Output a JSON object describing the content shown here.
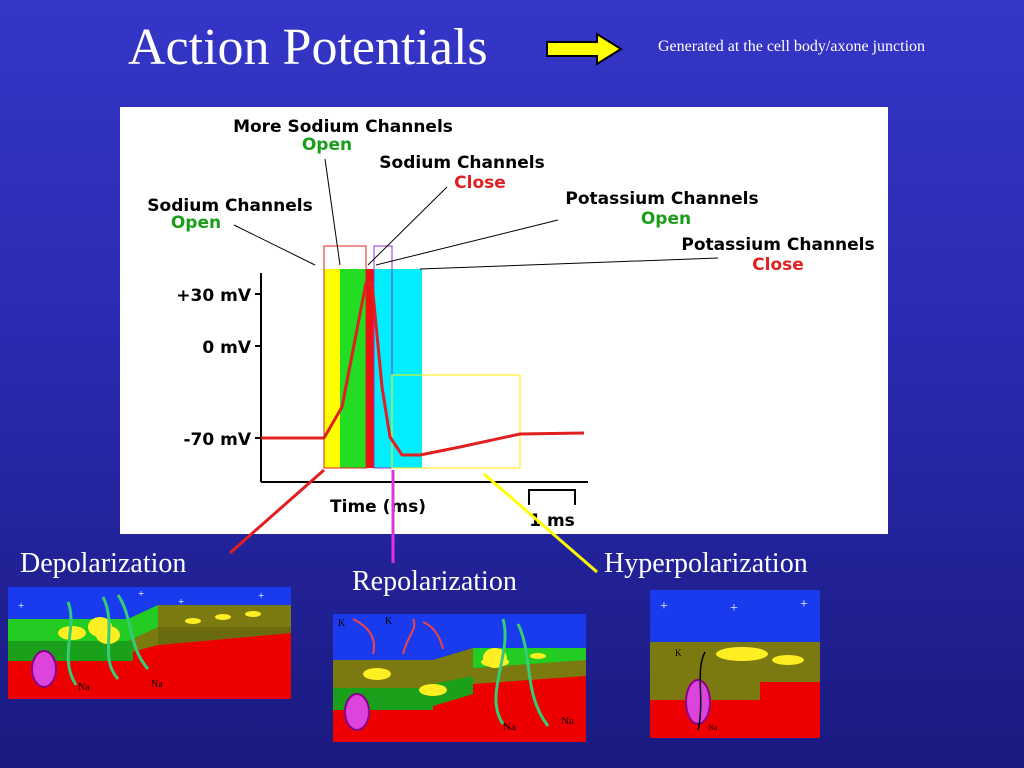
{
  "slide": {
    "title": "Action Potentials",
    "subtitle": "Generated at the cell body/axone junction"
  },
  "diagram": {
    "callouts": {
      "na_open": {
        "line1": "Sodium Channels",
        "line2": "Open"
      },
      "more_na_open": {
        "line1": "More Sodium Channels",
        "line2": "Open"
      },
      "na_close": {
        "line1": "Sodium Channels",
        "line2": "Close"
      },
      "k_open": {
        "line1": "Potassium Channels",
        "line2": "Open"
      },
      "k_close": {
        "line1": "Potassium Channels",
        "line2": "Close"
      }
    },
    "y_ticks": [
      "+30 mV",
      "0 mV",
      "-70 mV"
    ],
    "x_label": "Time (ms)",
    "scale_label": "1 ms",
    "colors": {
      "open": "#1a9e1a",
      "close": "#e02020",
      "yellow_phase": "#ffff00",
      "green_phase": "#22dd22",
      "cyan_phase": "#00eeff",
      "trace": "#e02020"
    }
  },
  "phases": {
    "depolarization": "Depolarization",
    "repolarization": "Repolarization",
    "hyperpolarization": "Hyperpolarization"
  },
  "thumb_labels": {
    "na": "Na",
    "k": "K"
  }
}
